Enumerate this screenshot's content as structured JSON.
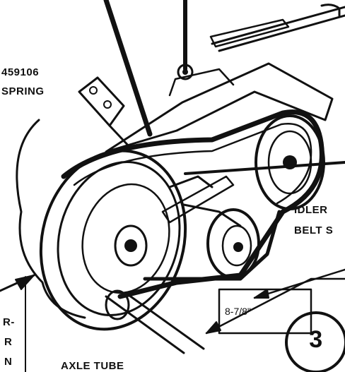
{
  "labels": {
    "part_number": "459106",
    "spring": "SPRING",
    "idler_line1": "IDLER",
    "idler_line2": "BELT S",
    "dimension": "8-7/8\"",
    "axle_tube": "AXLE TUBE",
    "left_line1": "R-",
    "left_line2": "R",
    "left_line3": "N",
    "step_number": "3"
  }
}
